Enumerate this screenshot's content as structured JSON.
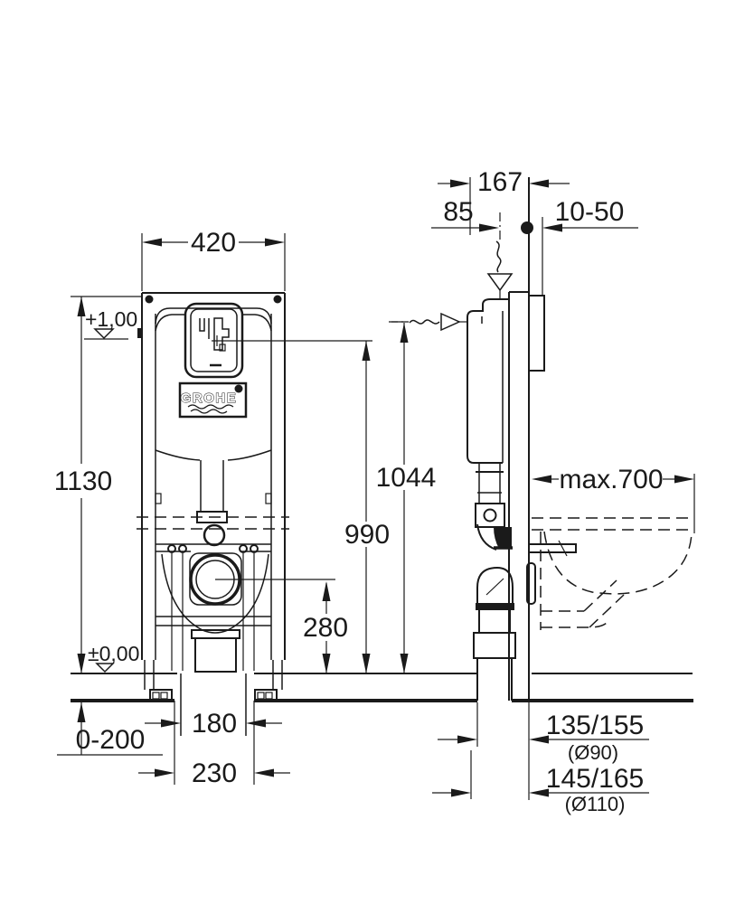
{
  "colors": {
    "line": "#1a1a1a",
    "background": "#ffffff"
  },
  "brand": {
    "logo_text": "GROHE"
  },
  "front_view": {
    "frame_width": "420",
    "frame_height": "1130",
    "upper_level": "+1,00",
    "floor_level": "±0,00",
    "outlet_height": "280",
    "drain_spacing": "180",
    "cutout_width": "230",
    "floor_buildup": "0-200"
  },
  "side_view": {
    "top_depth": "167",
    "supply_offset": "85",
    "wall_range": "10-50",
    "supply_height": "1044",
    "outlet_bend_height": "990",
    "bowl_depth": "max.700",
    "drain90_offset": "135/155",
    "drain90_dia": "(Ø90)",
    "drain110_offset": "145/165",
    "drain110_dia": "(Ø110)"
  }
}
